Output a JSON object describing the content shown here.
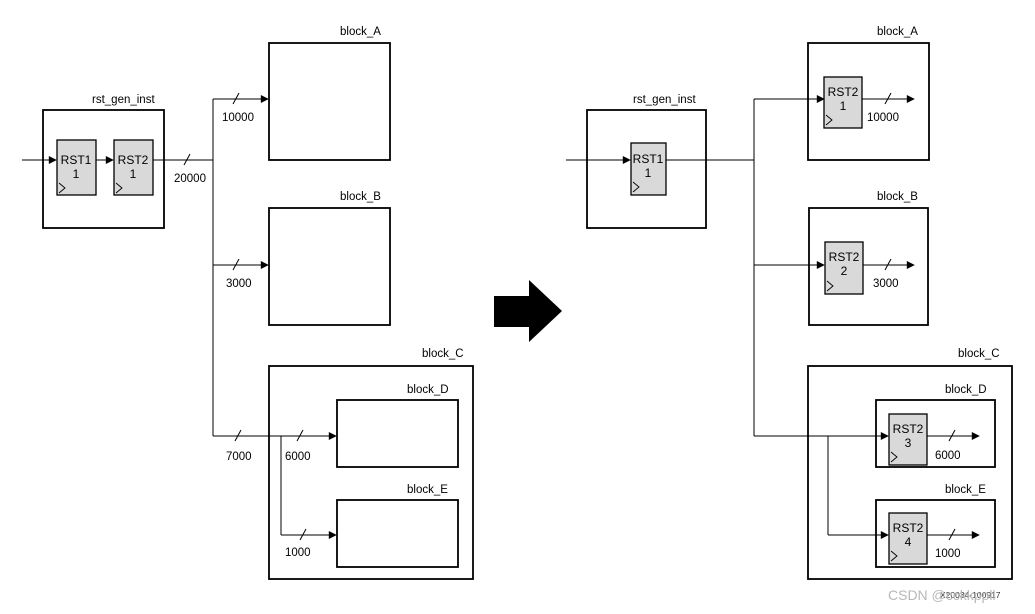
{
  "left": {
    "blocks": {
      "rst_gen": "rst_gen_inst",
      "block_a": "block_A",
      "block_b": "block_B",
      "block_c": "block_C",
      "block_d": "block_D",
      "block_e": "block_E"
    },
    "regs": [
      {
        "name": "RST1",
        "num": "1"
      },
      {
        "name": "RST2",
        "num": "1"
      }
    ],
    "fanouts": {
      "main": "20000",
      "a": "10000",
      "b": "3000",
      "c": "7000",
      "d": "6000",
      "e": "1000"
    }
  },
  "right": {
    "blocks": {
      "rst_gen": "rst_gen_inst",
      "block_a": "block_A",
      "block_b": "block_B",
      "block_c": "block_C",
      "block_d": "block_D",
      "block_e": "block_E"
    },
    "regs": [
      {
        "name": "RST1",
        "num": "1"
      },
      {
        "name": "RST2",
        "num": "1"
      },
      {
        "name": "RST2",
        "num": "2"
      },
      {
        "name": "RST2",
        "num": "3"
      },
      {
        "name": "RST2",
        "num": "4"
      }
    ],
    "fanouts": {
      "a": "10000",
      "b": "3000",
      "d": "6000",
      "e": "1000"
    }
  },
  "figure_id": "X20034-100917",
  "watermark": "CSDN @cckkppll",
  "colors": {
    "register_fill": "#d9d9d9",
    "line": "#000000"
  }
}
